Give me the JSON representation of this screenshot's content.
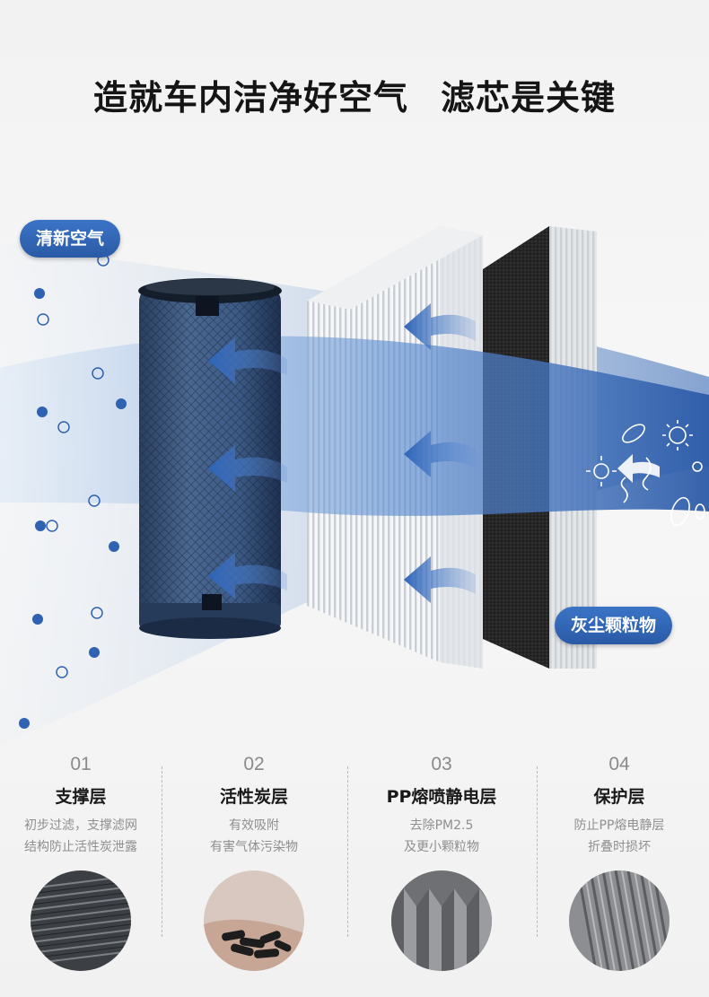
{
  "headline": {
    "part1": "造就车内洁净好空气",
    "part2": "滤芯是关键"
  },
  "labels": {
    "fresh_air": "清新空气",
    "dust": "灰尘颗粒物"
  },
  "colors": {
    "accent": "#2f62b0",
    "dark_blue": "#1f3f78",
    "text": "#151515",
    "muted": "#8f8f8f"
  },
  "layers": [
    {
      "num": "01",
      "name": "支撑层",
      "desc": [
        "初步过滤，支撑滤网",
        "结构防止活性炭泄露"
      ],
      "icon": "wire-mesh-image"
    },
    {
      "num": "02",
      "name": "活性炭层",
      "desc": [
        "有效吸附",
        "有害气体污染物"
      ],
      "icon": "activated-carbon-image"
    },
    {
      "num": "03",
      "name": "PP熔喷静电层",
      "desc": [
        "去除PM2.5",
        "及更小颗粒物"
      ],
      "icon": "pleated-filter-image"
    },
    {
      "num": "04",
      "name": "保护层",
      "desc": [
        "防止PP熔电静层",
        "折叠时损坏"
      ],
      "icon": "protective-layer-image"
    }
  ]
}
